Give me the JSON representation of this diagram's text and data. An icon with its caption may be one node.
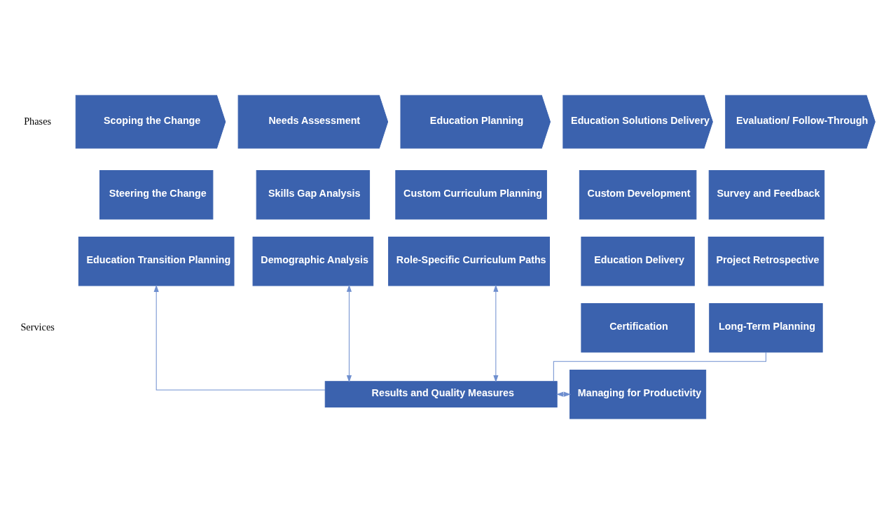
{
  "diagram": {
    "nodes": [
      {
        "text": [
          "Scoping the Change"
        ]
      },
      {
        "text": [
          "Needs Assessment"
        ]
      },
      {
        "text": [
          "Education Planning"
        ]
      },
      {
        "text": [
          "Education Solutions Delivery"
        ]
      },
      {
        "text": [
          "Evaluation/ Follow-Through"
        ]
      },
      {
        "text": [
          "Steering the Change"
        ]
      },
      {
        "text": [
          "Skills Gap Analysis"
        ]
      },
      {
        "text": [
          "Custom Curriculum Planning"
        ]
      },
      {
        "text": [
          "Custom Development"
        ]
      },
      {
        "text": [
          "Survey and Feedback"
        ]
      },
      {
        "text": [
          "Education Transition Planning"
        ]
      },
      {
        "text": [
          "Demographic Analysis"
        ]
      },
      {
        "text": [
          "Role-Specific Curriculum Paths"
        ]
      },
      {
        "text": [
          "Education Delivery"
        ]
      },
      {
        "text": [
          "Project Retrospective"
        ]
      },
      {
        "text": [
          "Certification"
        ]
      },
      {
        "text": [
          "Long-Term Planning"
        ]
      },
      {
        "text": [
          "Managing for Productivity"
        ]
      },
      {
        "text": [
          "Results and Quality Measures"
        ]
      }
    ],
    "edges": [
      {
        "from": 18,
        "to": 10,
        "arrow": "to"
      },
      {
        "from": 11,
        "to": 18,
        "arrow": "both"
      },
      {
        "from": 12,
        "to": 18,
        "arrow": "both"
      },
      {
        "from": 17,
        "to": 18,
        "arrow": "both"
      },
      {
        "from": 16,
        "to": 18,
        "arrow": "none"
      }
    ],
    "labels": [
      "Phases",
      "Services"
    ]
  }
}
